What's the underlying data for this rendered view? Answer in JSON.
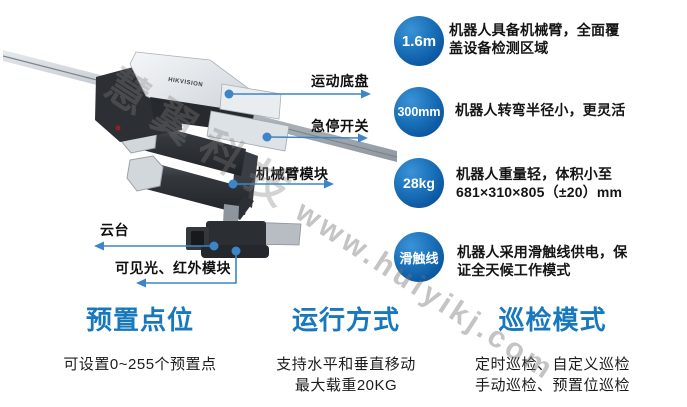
{
  "robot": {
    "brand": "HIKVISION",
    "callouts": [
      {
        "label": "运动底盘"
      },
      {
        "label": "急停开关"
      },
      {
        "label": "机械臂模块"
      },
      {
        "label": "云台"
      },
      {
        "label": "可见光、红外模块"
      }
    ]
  },
  "features": [
    {
      "badge": "1.6m",
      "desc": "机器人具备机械臂，全面覆\n盖设备检测区域"
    },
    {
      "badge": "300mm",
      "desc": "机器人转弯半径小，更灵活"
    },
    {
      "badge": "28kg",
      "desc": "机器人重量轻，体积小至\n681×310×805（±20）mm"
    },
    {
      "badge": "滑触线",
      "desc": "机器人采用滑触线供电，保\n证全天候工作模式"
    }
  ],
  "sections": [
    {
      "title": "预置点位",
      "body": "可设置0~255个预置点"
    },
    {
      "title": "运行方式",
      "body": "支持水平和垂直移动\n最大载重20KG"
    },
    {
      "title": "巡检模式",
      "body": "定时巡检、自定义巡检\n手动巡检、预置位巡检"
    }
  ],
  "watermark": {
    "cn": "慧翼科技",
    "url": "www.huiyikj.com"
  },
  "colors": {
    "accent_blue": "#1878be",
    "badge_blue": "#1a70b8",
    "callout_line": "#3d85c6",
    "text": "#111111"
  }
}
